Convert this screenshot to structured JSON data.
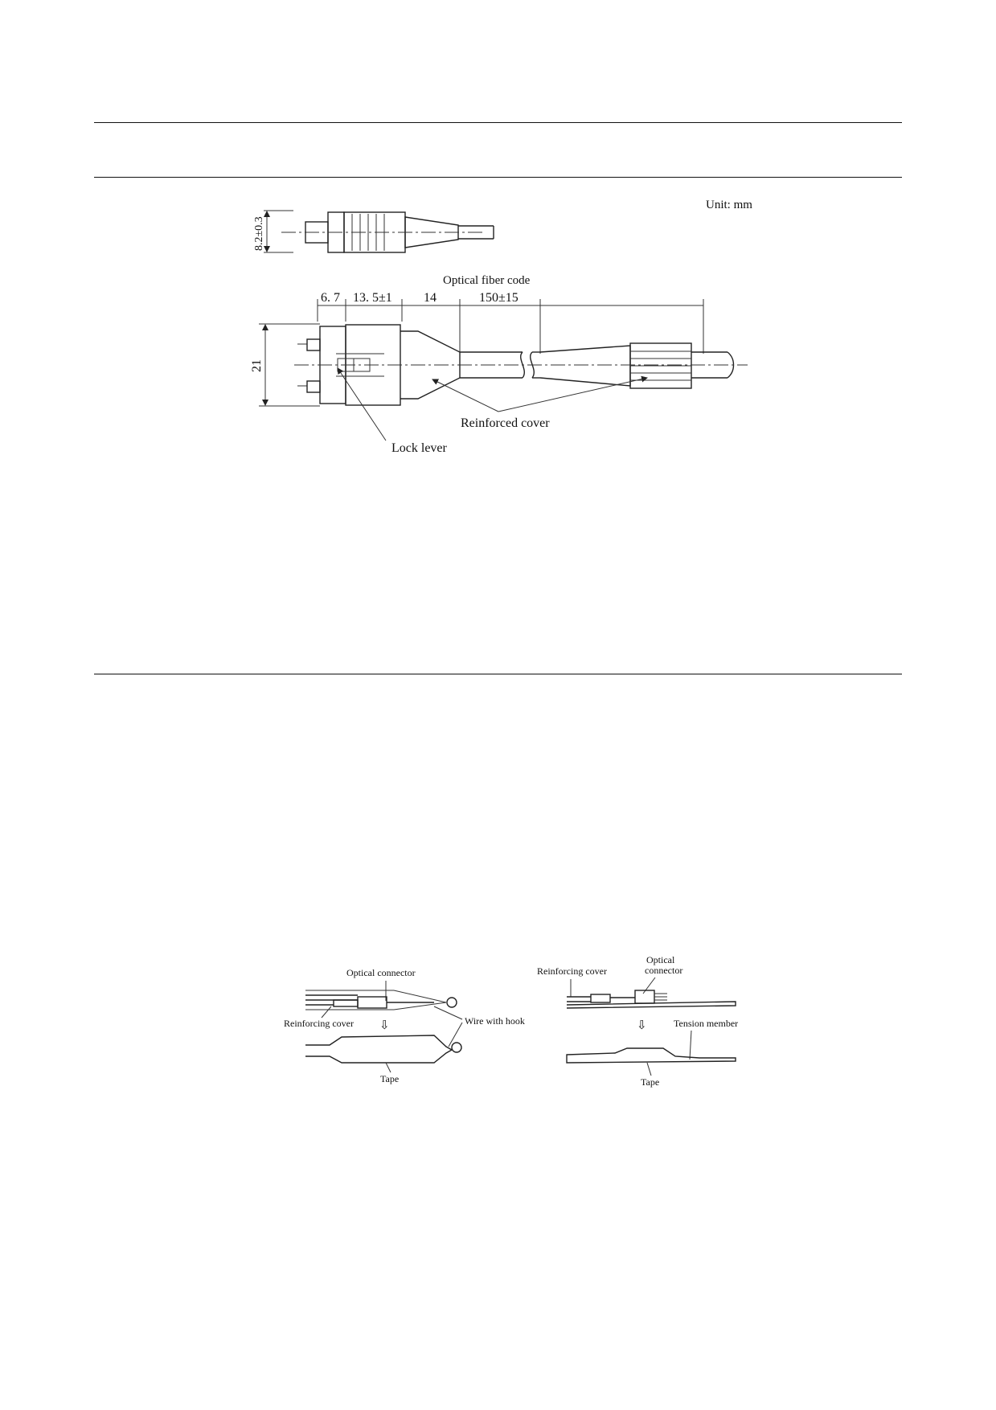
{
  "figure1": {
    "unit": "Unit: mm",
    "dim_height_small": "8.2±0.3",
    "cable_label": "Optical fiber code",
    "dims": [
      "6. 7",
      "13. 5±1",
      "14",
      "150±15"
    ],
    "dim_height": "21",
    "reinforced_cover": "Reinforced cover",
    "lock_lever": "Lock lever"
  },
  "figure2": {
    "left": {
      "optical_connector": "Optical connector",
      "reinforcing_cover": "Reinforcing cover",
      "wire_with_hook": "Wire with hook",
      "tape": "Tape"
    },
    "right": {
      "reinforcing_cover": "Reinforcing cover",
      "optical_connector_line1": "Optical",
      "optical_connector_line2": "connector",
      "tension_member": "Tension member",
      "tape": "Tape"
    },
    "arrow_glyph": "⇩"
  }
}
